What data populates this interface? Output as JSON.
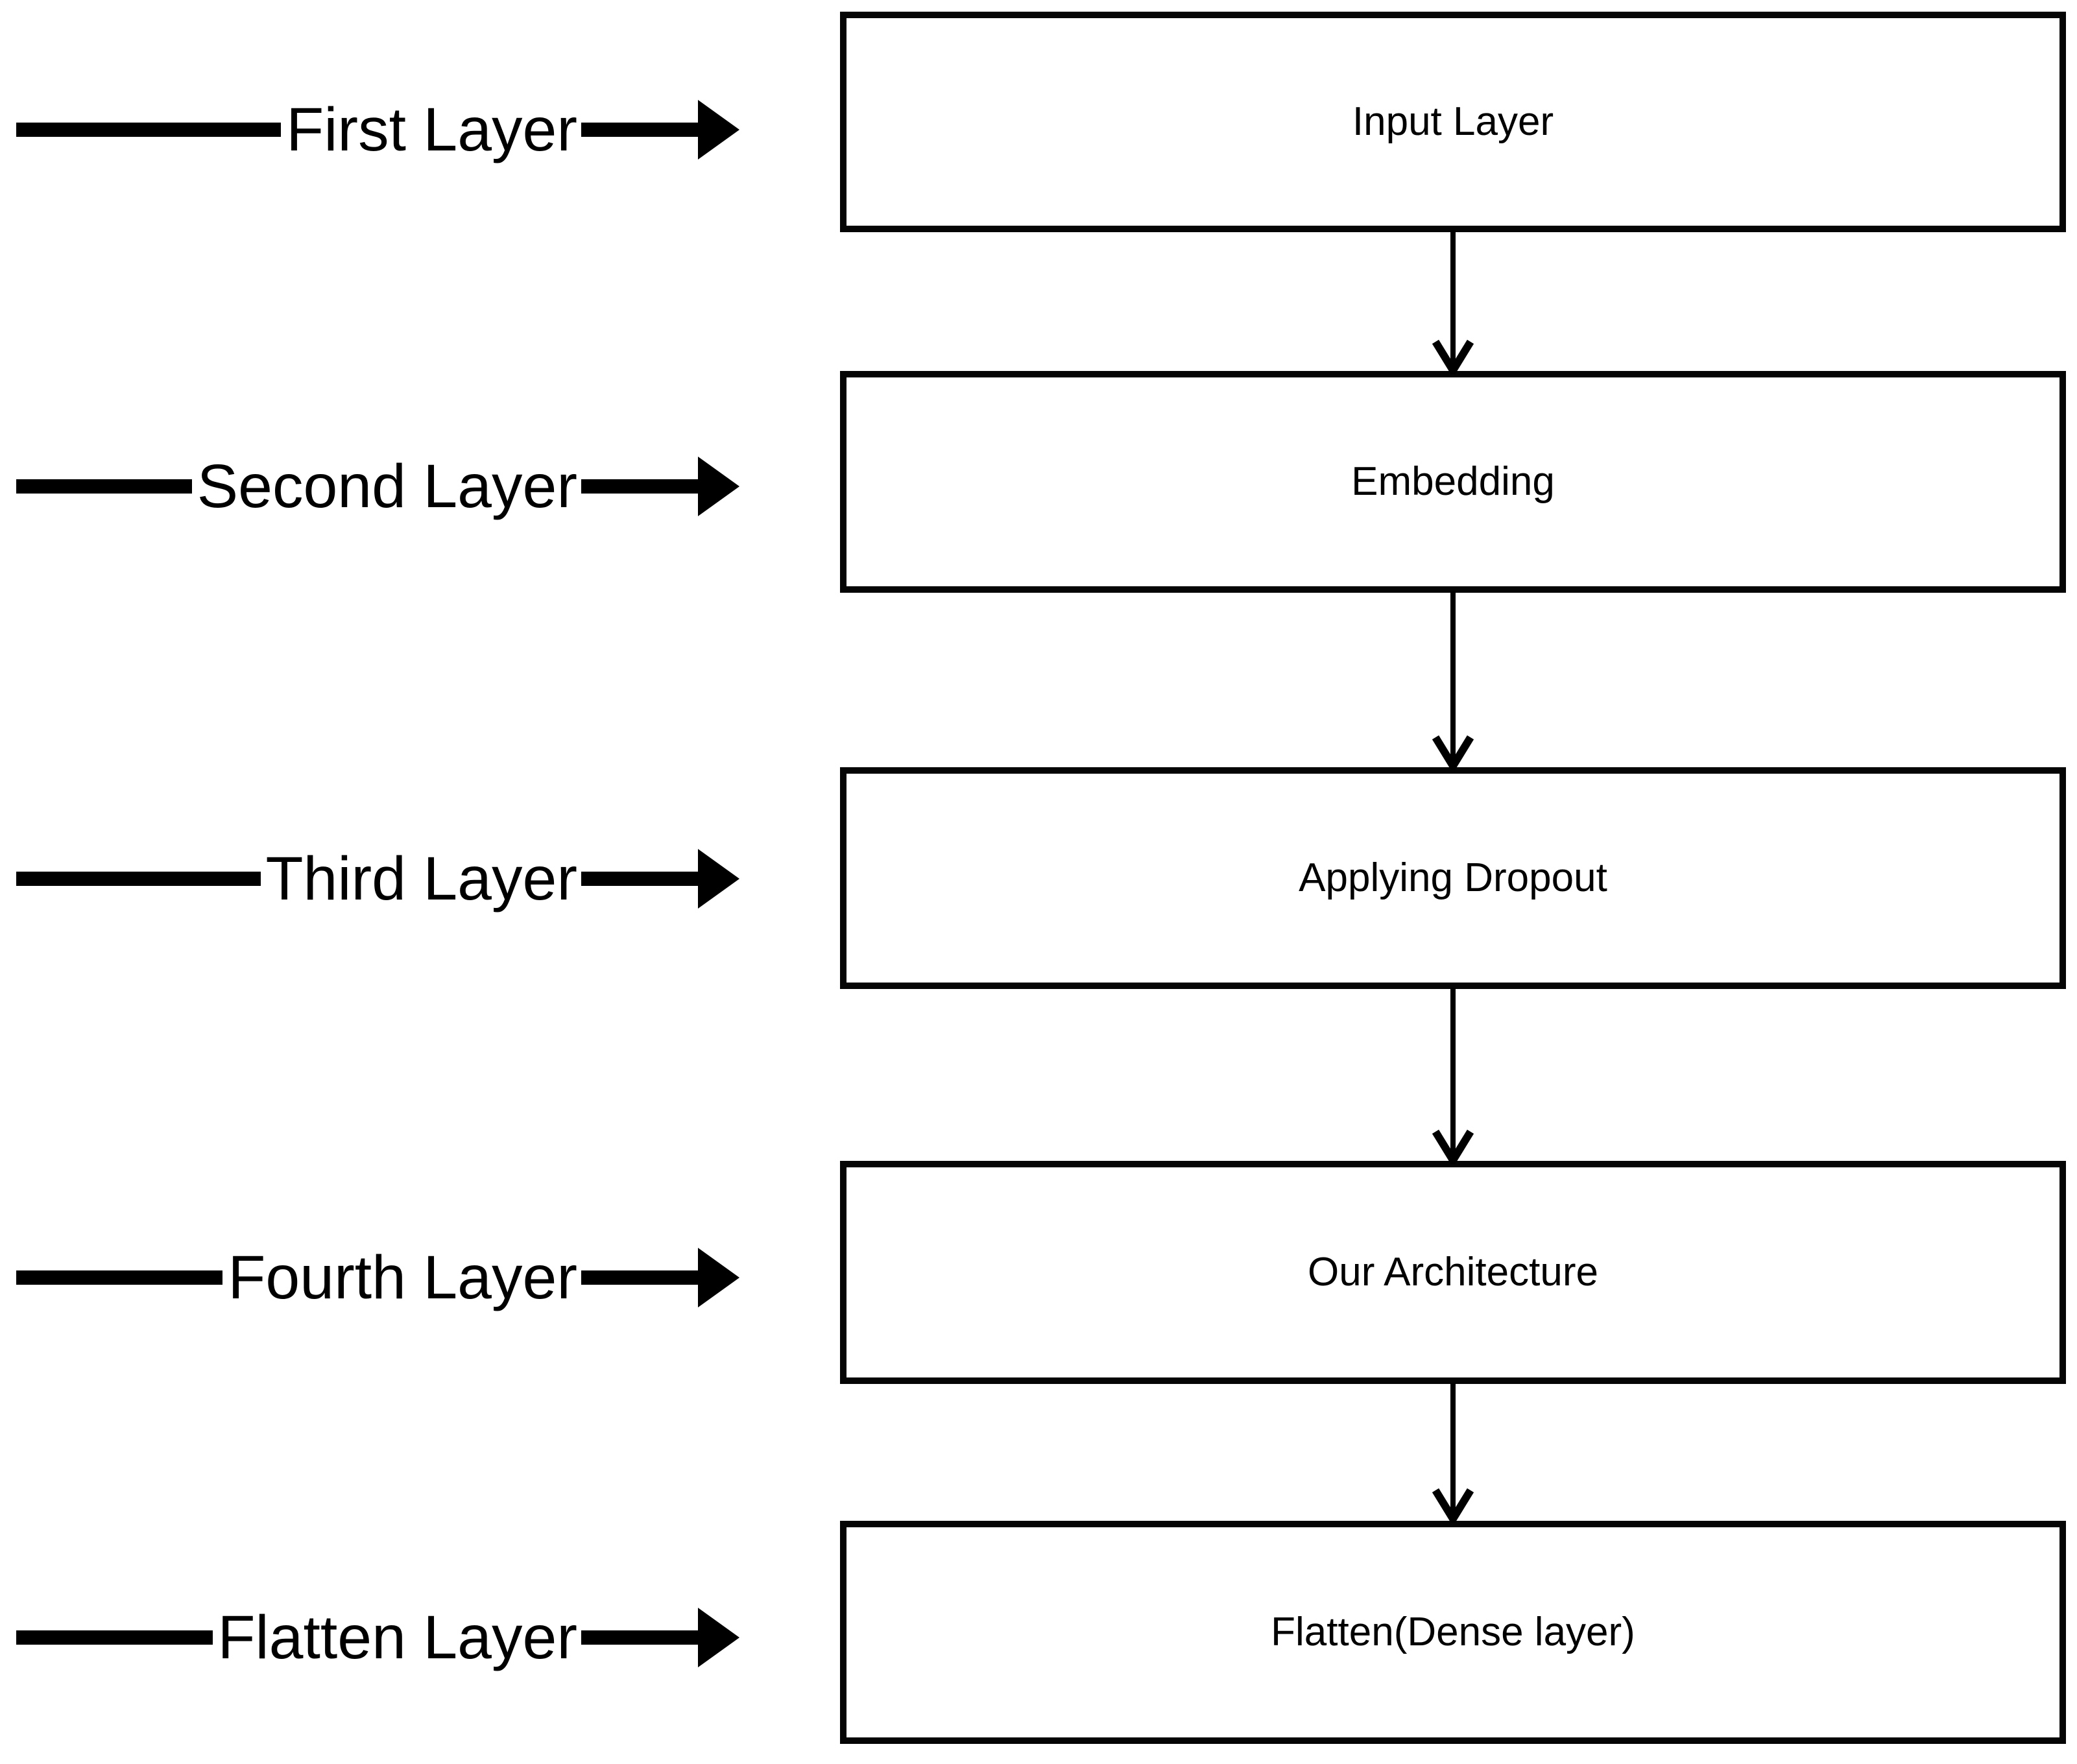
{
  "diagram": {
    "left_labels": [
      {
        "label": "First Layer"
      },
      {
        "label": "Second Layer"
      },
      {
        "label": "Third Layer"
      },
      {
        "label": "Fourth Layer"
      },
      {
        "label": "Flatten Layer"
      }
    ],
    "boxes": [
      {
        "label": "Input Layer"
      },
      {
        "label": "Embedding"
      },
      {
        "label": "Applying Dropout"
      },
      {
        "label": "Our Architecture"
      },
      {
        "label": "Flatten(Dense layer)"
      }
    ],
    "colors": {
      "ink": "#000000",
      "background": "#ffffff"
    }
  }
}
